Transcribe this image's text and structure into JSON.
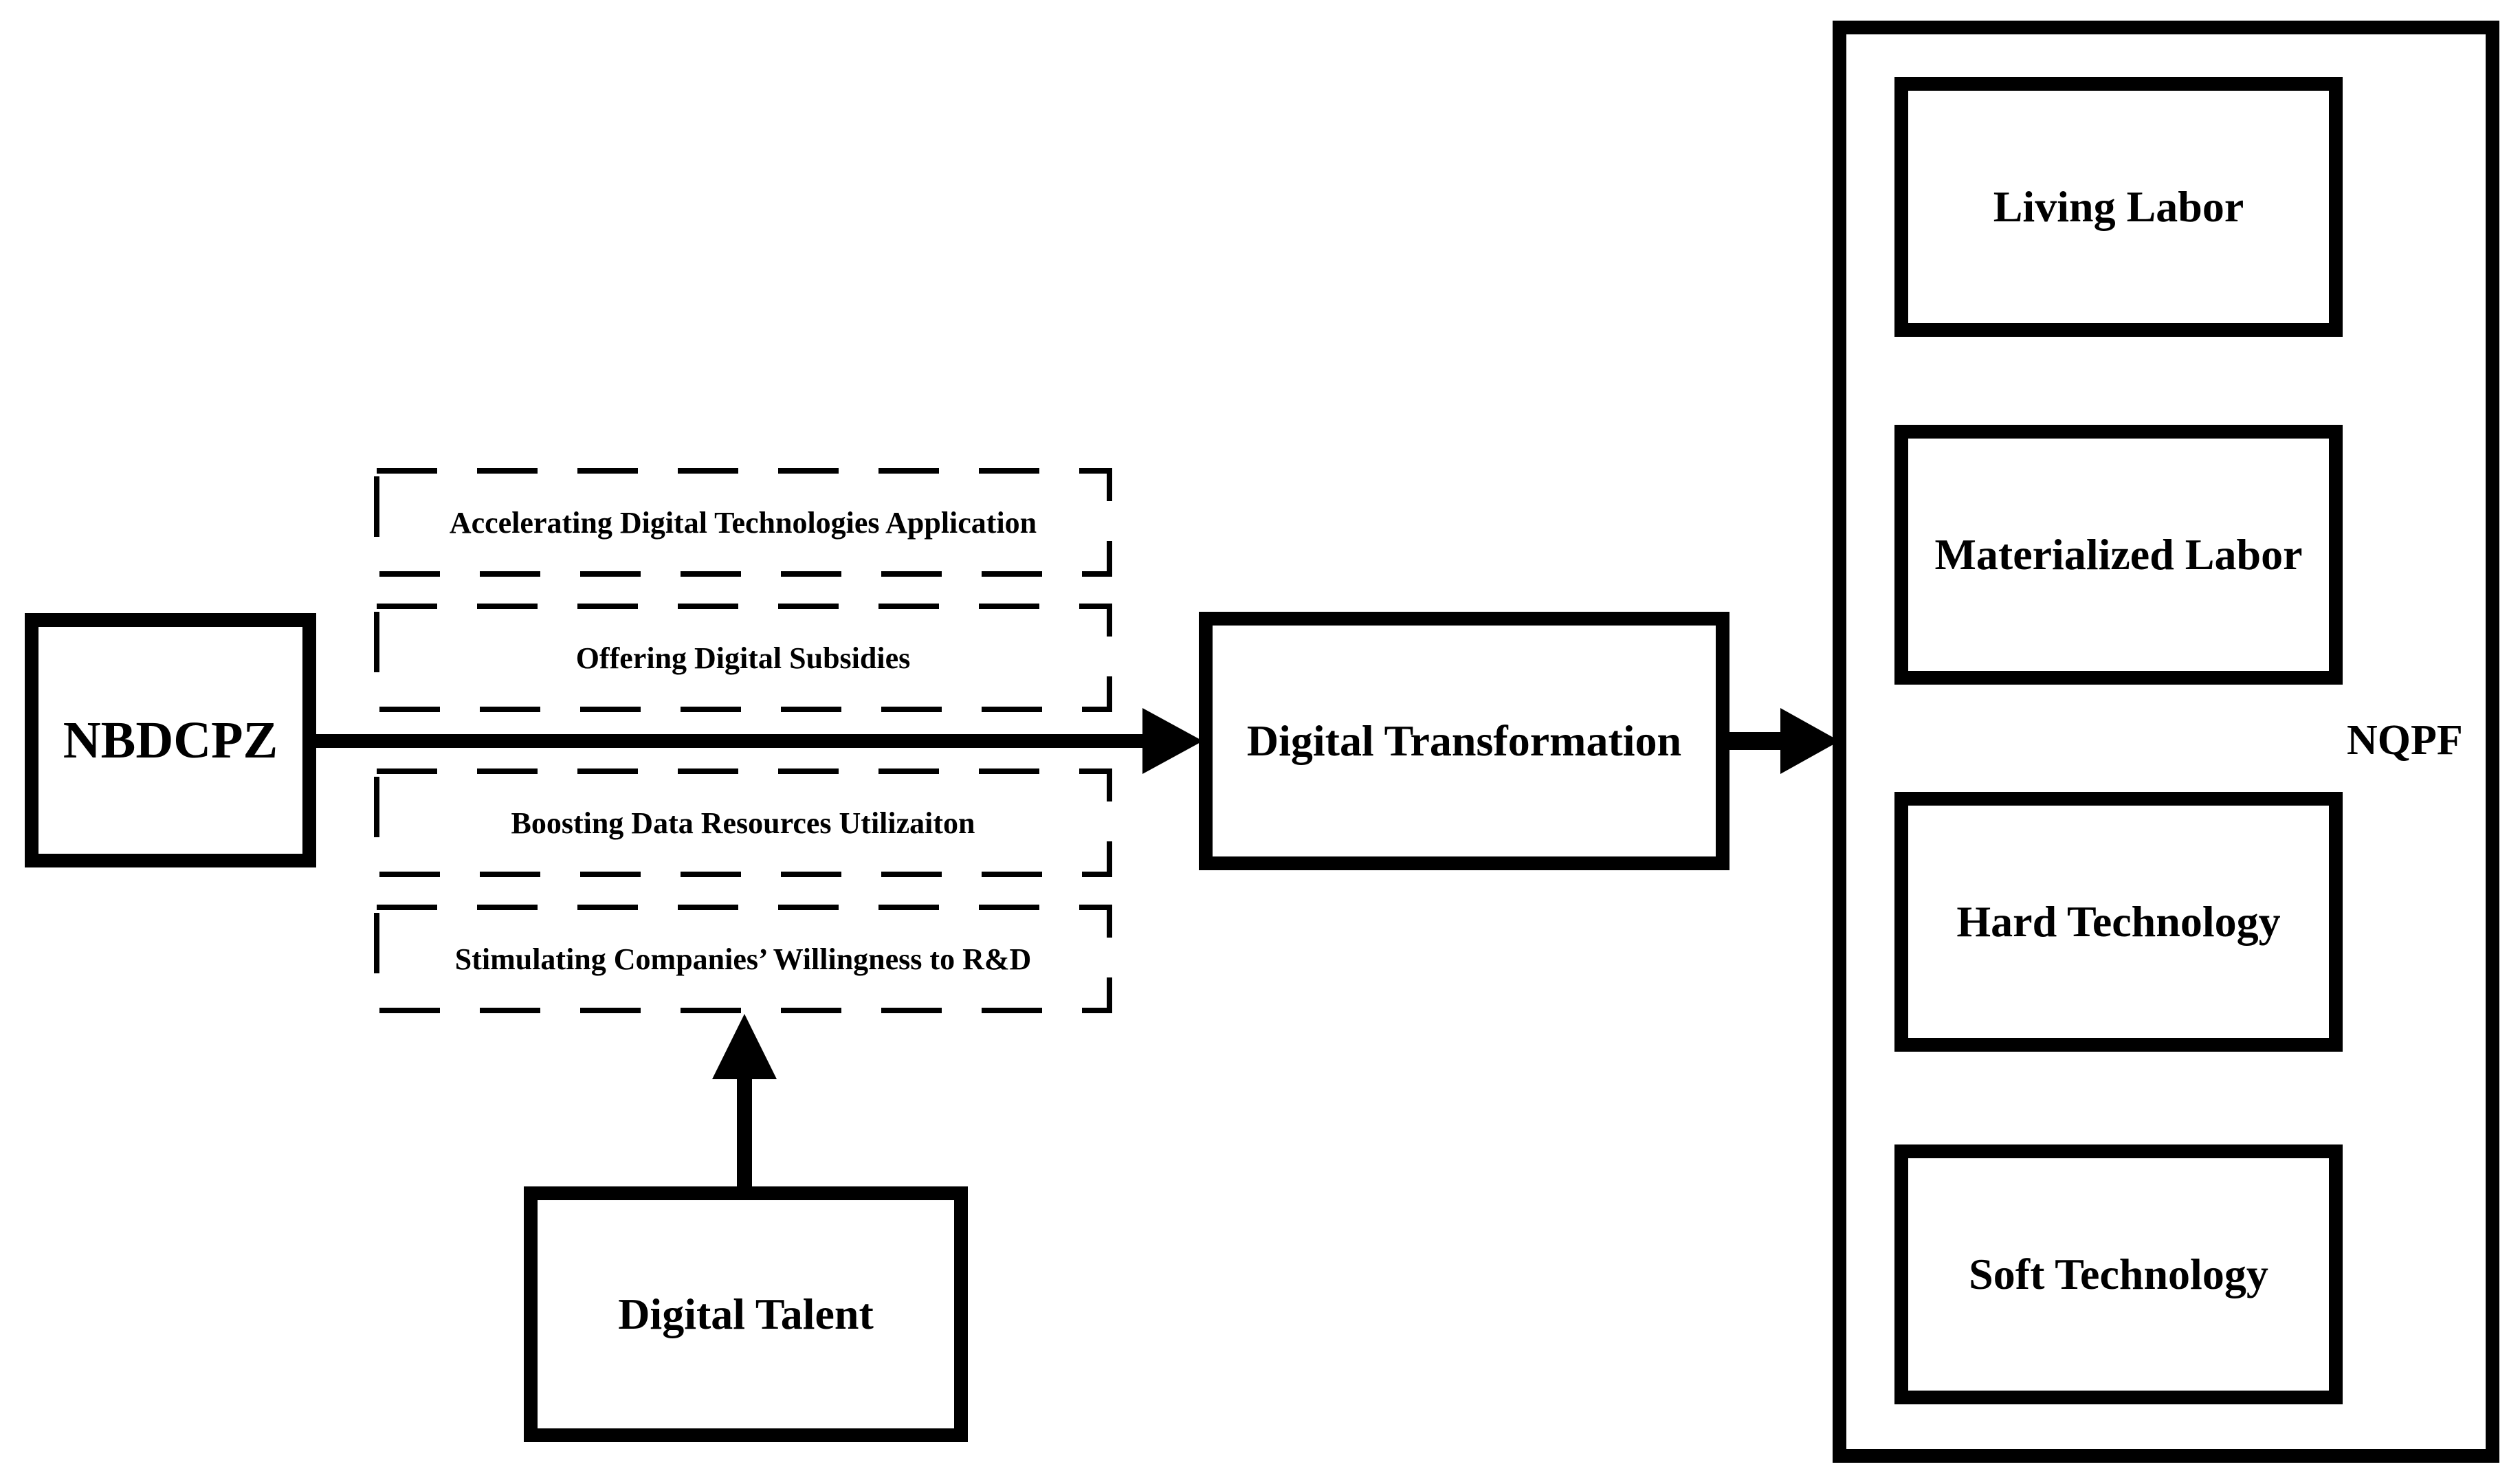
{
  "source": {
    "label": "NBDCPZ"
  },
  "mechanisms": [
    {
      "label": "Accelerating Digital Technologies Application"
    },
    {
      "label": "Offering Digital Subsidies"
    },
    {
      "label": "Boosting Data Resources Utilizaiton"
    },
    {
      "label": "Stimulating Companies’ Willingness to R&D"
    }
  ],
  "mediator": {
    "label": "Digital Transformation"
  },
  "moderator": {
    "label": "Digital Talent"
  },
  "outcome": {
    "label": "NQPF",
    "components": [
      {
        "label": "Living Labor"
      },
      {
        "label": "Materialized Labor"
      },
      {
        "label": "Hard Technology"
      },
      {
        "label": "Soft Technology"
      }
    ]
  }
}
